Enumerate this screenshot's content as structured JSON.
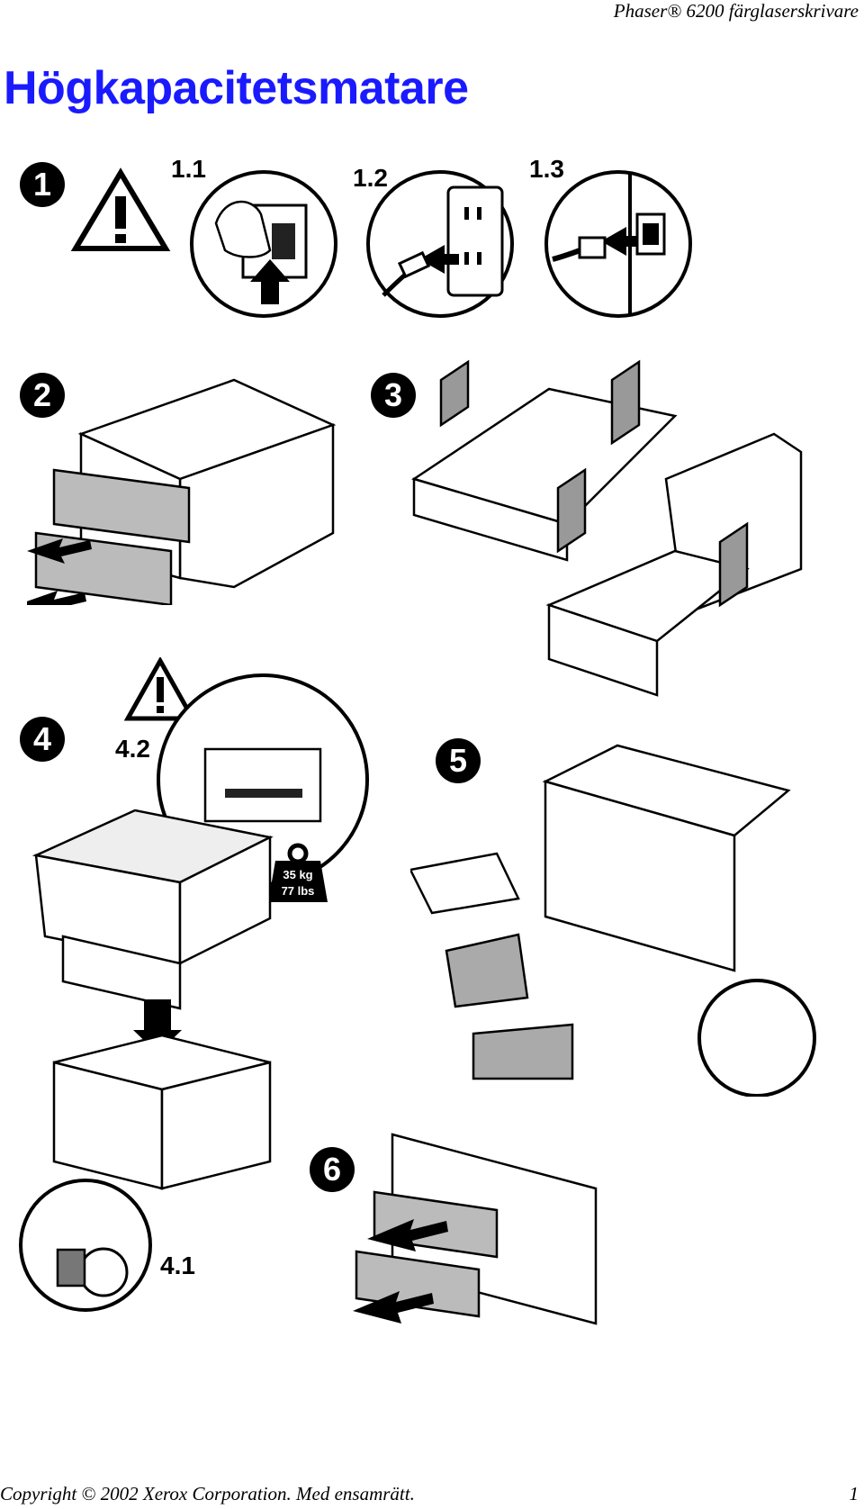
{
  "header": {
    "running_title": "Phaser® 6200 färglaserskrivare"
  },
  "page_title": "Högkapacitetsmatare",
  "steps": {
    "s1": {
      "number": "1",
      "sub": [
        "1.1",
        "1.2",
        "1.3"
      ]
    },
    "s2": {
      "number": "2"
    },
    "s3": {
      "number": "3"
    },
    "s4": {
      "number": "4",
      "sub_top": "4.2",
      "sub_bottom": "4.1",
      "weight_kg": "35 kg",
      "weight_lbs": "77 lbs"
    },
    "s5": {
      "number": "5"
    },
    "s6": {
      "number": "6"
    }
  },
  "footer": {
    "copyright": "Copyright © 2002 Xerox Corporation. Med ensamrätt.",
    "page_number": "1"
  },
  "icons": [
    "warning-icon",
    "power-switch-icon",
    "wall-outlet-icon",
    "power-cord-icon",
    "weight-icon"
  ]
}
